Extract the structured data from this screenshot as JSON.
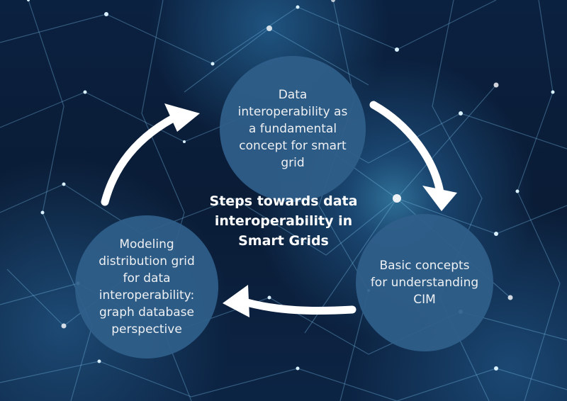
{
  "title_lines": [
    "Steps towards data",
    "interoperability in",
    "Smart Grids"
  ],
  "steps": [
    {
      "lines": [
        "Data",
        "interoperability as",
        "a fundamental",
        "concept for smart",
        "grid"
      ]
    },
    {
      "lines": [
        "Basic concepts",
        "for understanding",
        "CIM"
      ]
    },
    {
      "lines": [
        "Modeling",
        "distribution grid",
        "for data",
        "interoperability:",
        "graph database",
        "perspective"
      ]
    }
  ],
  "colors": {
    "circle_fill": "#2f5f8a",
    "background": "#0b2140",
    "arrow": "#ffffff",
    "text": "#ffffff"
  },
  "icons": [
    "arrow-curved-icon"
  ]
}
